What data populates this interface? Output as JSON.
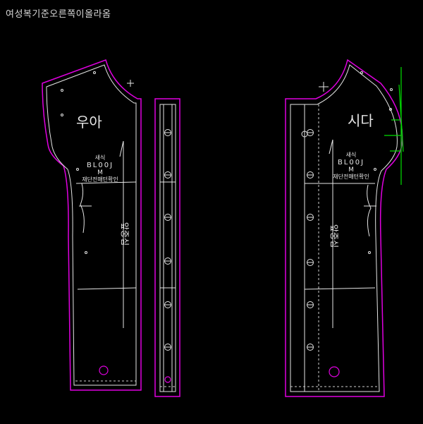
{
  "title": "여성복기준오른쪽이올라옴",
  "pieces": [
    {
      "name": "우아",
      "label_lines": [
        "새식",
        "BL00J",
        "M",
        "재단전매턴확인"
      ],
      "grain_label": "앞중심"
    },
    {
      "name": "시다",
      "label_lines": [
        "새식",
        "BL00J",
        "M",
        "재단전매턴확인"
      ],
      "grain_label": "앞중심"
    }
  ],
  "colors": {
    "background": "#000000",
    "outline": "#e6e6e6",
    "seam": "#e000e0",
    "guide": "#00e000"
  }
}
